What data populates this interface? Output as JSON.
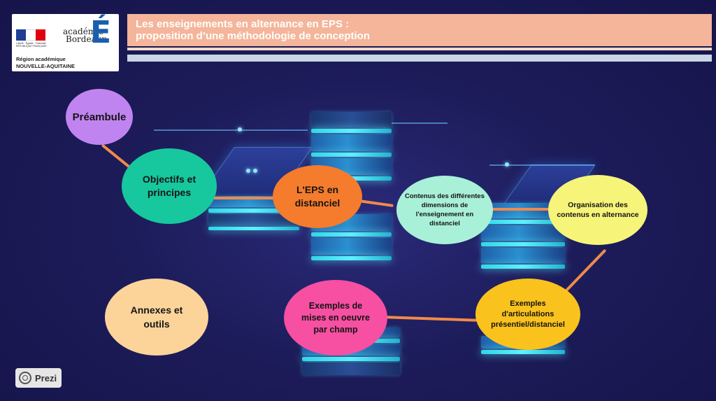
{
  "header": {
    "title_line1": "Les enseignements en alternance en EPS :",
    "title_line2": "proposition d’une méthodologie de conception",
    "accent_color": "#f4b59a"
  },
  "logo": {
    "republique_text": "Liberté · Égalité · Fraternité RÉPUBLIQUE FRANÇAISE",
    "academie_line1": "académie",
    "academie_line2": "Bordeaux",
    "academie_letter": "É",
    "region_line1": "Région académique",
    "region_line2": "NOUVELLE-AQUITAINE"
  },
  "nodes": {
    "preambule": {
      "label": "Préambule",
      "color": "#c084f0"
    },
    "objectifs": {
      "line1": "Objectifs et",
      "line2": "principes",
      "color": "#17c79e"
    },
    "eps": {
      "line1": "L'EPS en",
      "line2": "distanciel",
      "color": "#f47c2c"
    },
    "contenus": {
      "line1": "Contenus des différentes",
      "line2": "dimensions de",
      "line3": "l'enseignement en",
      "line4": "distanciel",
      "color": "#a9f0d8"
    },
    "organisation": {
      "line1": "Organisation des",
      "line2": "contenus en alternance",
      "color": "#f7f47a"
    },
    "exemples_art": {
      "line1": "Exemples",
      "line2": "d'articulations",
      "line3": "présentiel/distanciel",
      "color": "#f9c21d"
    },
    "exemples_mises": {
      "line1": "Exemples de",
      "line2": "mises en oeuvre",
      "line3": "par champ",
      "color": "#f74fa2"
    },
    "annexes": {
      "line1": "Annexes et",
      "line2": "outils",
      "color": "#fcd49a"
    }
  },
  "prezi": {
    "label": "Prezi",
    "icon": "prezi-logo-icon"
  }
}
